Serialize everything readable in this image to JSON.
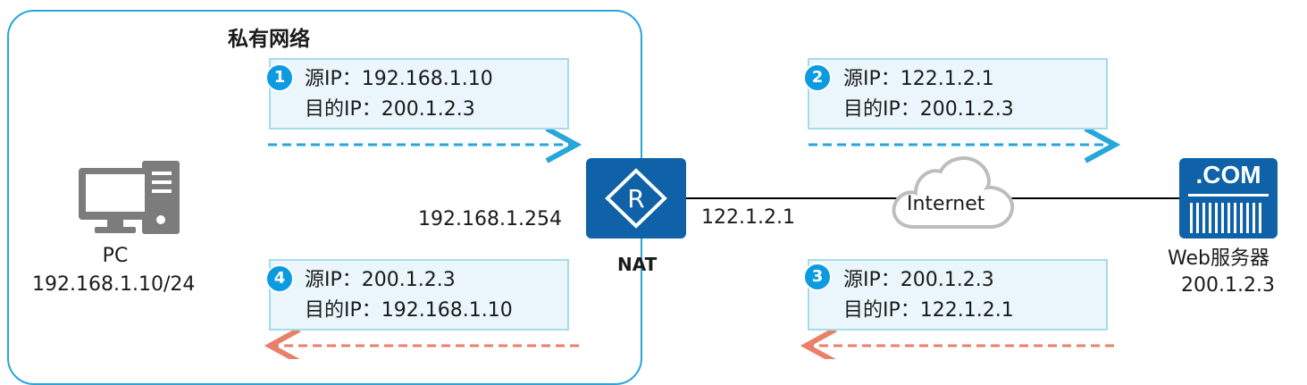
{
  "private_network": {
    "title": "私有网络"
  },
  "pc": {
    "icon": "pc-icon",
    "name": "PC",
    "ip": "192.168.1.10/24"
  },
  "nat": {
    "icon": "router-icon",
    "router_letter": "R",
    "name": "NAT",
    "inside_ip": "192.168.1.254",
    "outside_ip": "122.1.2.1"
  },
  "internet": {
    "icon": "cloud-icon",
    "label": "Internet"
  },
  "server": {
    "icon": "web-server-icon",
    "badge_text": ".COM",
    "name": "Web服务器",
    "ip": "200.1.2.3"
  },
  "packets": [
    {
      "step": "1",
      "src_label": "源IP：",
      "src_ip": "192.168.1.10",
      "dst_label": "目的IP：",
      "dst_ip": "200.1.2.3"
    },
    {
      "step": "2",
      "src_label": "源IP：",
      "src_ip": "122.1.2.1",
      "dst_label": "目的IP：",
      "dst_ip": "200.1.2.3"
    },
    {
      "step": "3",
      "src_label": "源IP：",
      "src_ip": "200.1.2.3",
      "dst_label": "目的IP：",
      "dst_ip": "122.1.2.1"
    },
    {
      "step": "4",
      "src_label": "源IP：",
      "src_ip": "200.1.2.3",
      "dst_label": "目的IP：",
      "dst_ip": "192.168.1.10"
    }
  ],
  "colors": {
    "frame": "#27a6d9",
    "badge": "#0c9be0",
    "outbound_arrow": "#27a6d9",
    "inbound_arrow": "#e8806a",
    "device": "#0f62a8",
    "packet_fill": "#eaf6fb",
    "packet_border": "#a6dbe9"
  }
}
